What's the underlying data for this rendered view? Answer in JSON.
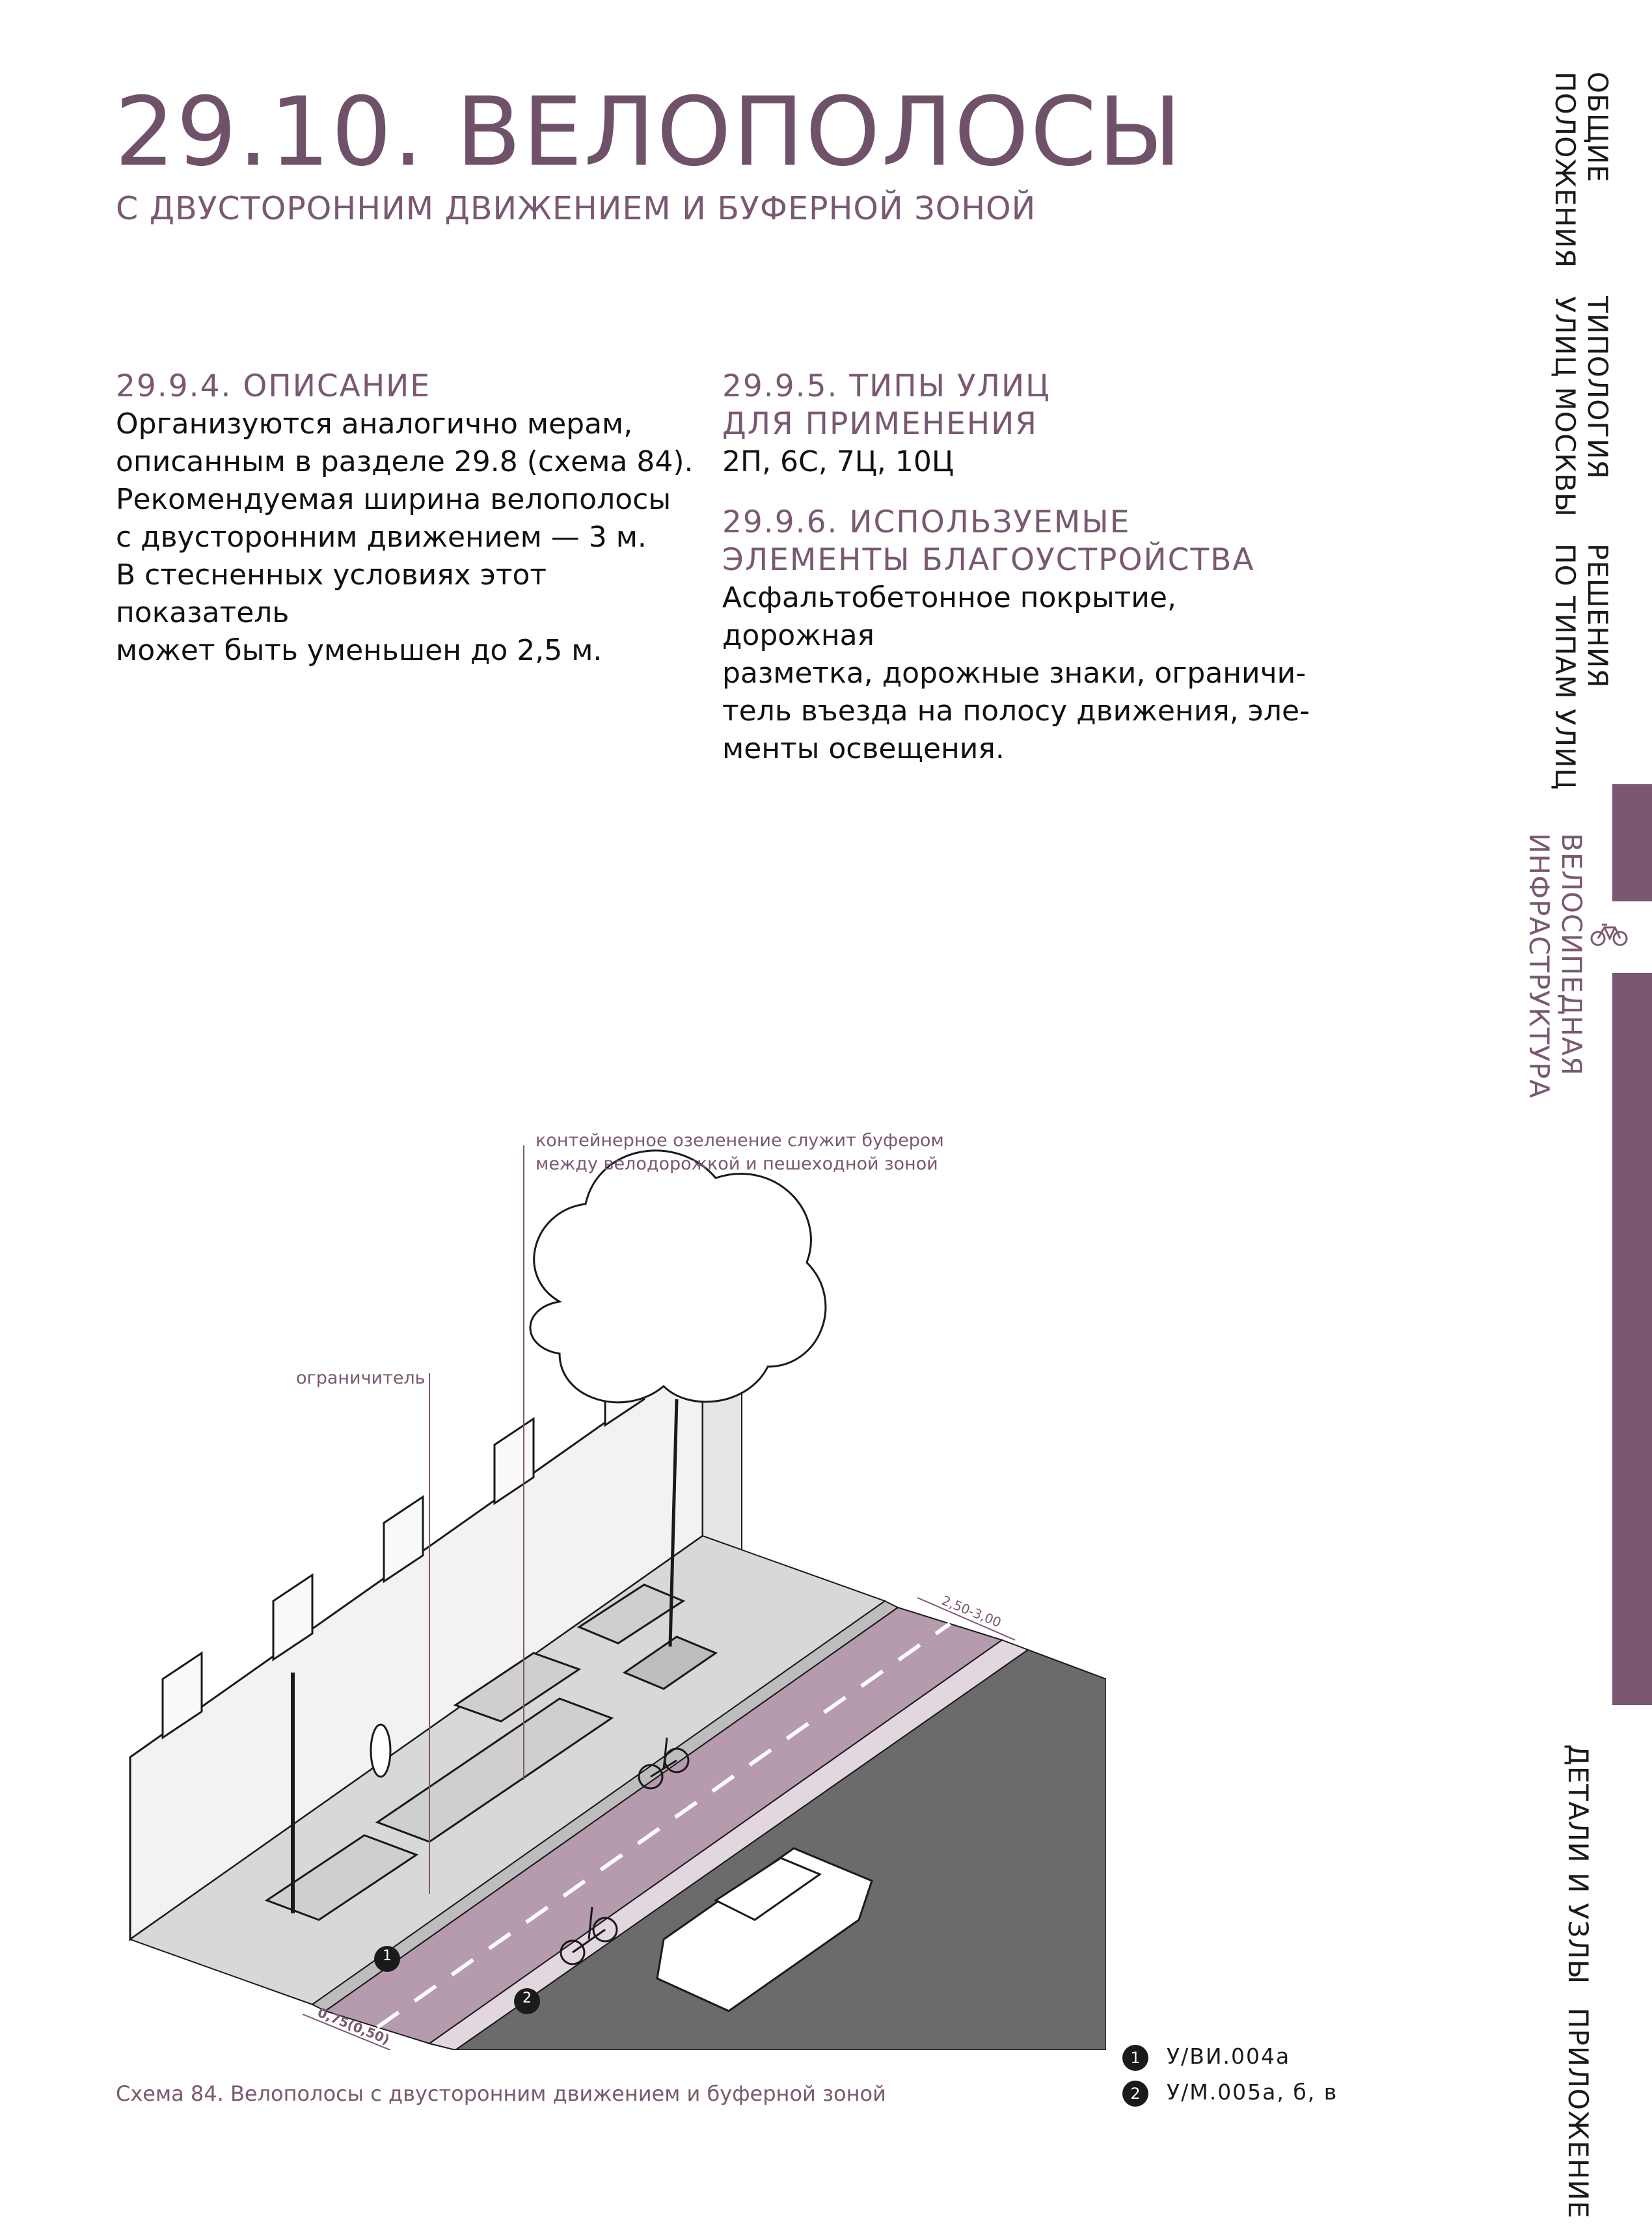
{
  "header": {
    "title": "29.10. ВЕЛОПОЛОСЫ",
    "subtitle": "С ДВУСТОРОННИМ ДВИЖЕНИЕМ И БУФЕРНОЙ ЗОНОЙ"
  },
  "description": {
    "heading": "29.9.4. ОПИСАНИЕ",
    "lines": [
      "Организуются аналогично мерам,",
      "описанным в разделе 29.8 (схема 84).",
      "Рекомендуемая ширина велополосы",
      "с двусторонним движением — 3 м.",
      "В стесненных условиях этот показатель",
      "может быть уменьшен до 2,5 м."
    ]
  },
  "street_types": {
    "heading_lines": [
      "29.9.5. ТИПЫ УЛИЦ",
      "ДЛЯ ПРИМЕНЕНИЯ"
    ],
    "value": "2П, 6С, 7Ц, 10Ц"
  },
  "elements": {
    "heading_lines": [
      "29.9.6. ИСПОЛЬЗУЕМЫЕ",
      "ЭЛЕМЕНТЫ БЛАГОУСТРОЙСТВА"
    ],
    "lines": [
      "Асфальтобетонное покрытие, дорожная",
      "разметка, дорожные знаки, ограничи-",
      "тель въезда на полосу движения, эле-",
      "менты освещения."
    ]
  },
  "side_nav": {
    "items": [
      {
        "lines": [
          "ОБЩИЕ",
          "ПОЛОЖЕНИЯ"
        ]
      },
      {
        "lines": [
          "ТИПОЛОГИЯ",
          "УЛИЦ МОСКВЫ"
        ]
      },
      {
        "lines": [
          "РЕШЕНИЯ",
          "ПО ТИПАМ УЛИЦ"
        ]
      },
      {
        "lines": [
          "ВЕЛОСИПЕДНАЯ",
          "ИНФРАСТРУКТУРА"
        ],
        "active": true
      },
      {
        "lines": [
          "ДЕТАЛИ И УЗЛЫ"
        ]
      },
      {
        "lines": [
          "ПРИЛОЖЕНИЕ"
        ]
      }
    ],
    "active_icon": "bicycle-icon",
    "accent": "#7a5872"
  },
  "diagram": {
    "callout_greening_lines": [
      "контейнерное озеленение служит буфером",
      "между велодорожкой и пешеходной зоной"
    ],
    "callout_limiter": "ограничитель",
    "dim_lane": "2,50-3,00",
    "dim_buffer": "0,75(0,50)",
    "marker_1": "1",
    "marker_2": "2",
    "colors": {
      "bike_lane": "#b69aae",
      "road": "#6b6b6b",
      "sidewalk": "#d8d8d8"
    }
  },
  "caption": "Схема 84. Велополосы с двусторонним движением и буферной зоной",
  "legend": [
    {
      "num": "1",
      "text": "У/ВИ.004а"
    },
    {
      "num": "2",
      "text": "У/М.005а, б, в"
    }
  ]
}
